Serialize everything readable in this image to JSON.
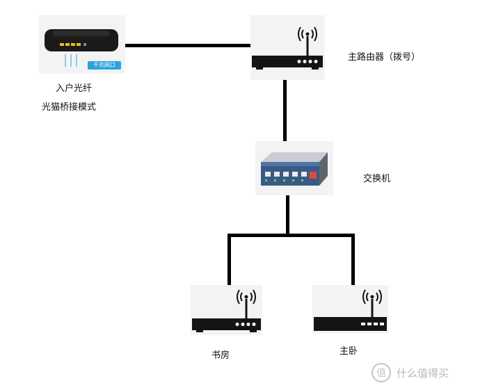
{
  "nodes": {
    "modem": {
      "label_line1": "入户光纤",
      "label_line2": "光猫桥接模式",
      "device_tag": "千兆网口"
    },
    "main_router": {
      "label": "主路由器（拨号）"
    },
    "switch": {
      "label": "交换机"
    },
    "study_router": {
      "label": "书房"
    },
    "bedroom_router": {
      "label": "主卧"
    }
  },
  "watermark": {
    "text": "什么值得买"
  },
  "colors": {
    "line": "#000000",
    "tile_bg": "#f3f3f3",
    "device_black": "#141414",
    "switch_blue": "#3a5a86",
    "modem_tag": "#29a3db"
  }
}
